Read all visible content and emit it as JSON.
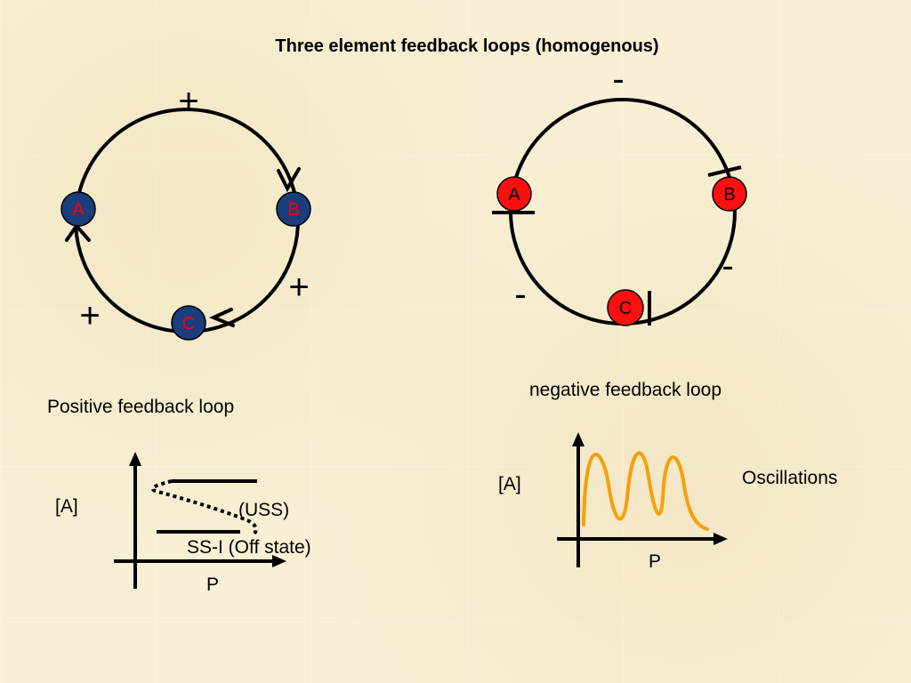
{
  "title": "Three element feedback loops (homogenous)",
  "positive_loop": {
    "caption": "Positive feedback loop",
    "node_color": "#1a3d7c",
    "node_text_color": "#ff0000",
    "nodes": {
      "a": "A",
      "b": "B",
      "c": "C"
    },
    "signs": {
      "ab": "+",
      "bc": "+",
      "ca": "+"
    }
  },
  "negative_loop": {
    "caption": "negative feedback loop",
    "node_color": "#ff1010",
    "node_text_color": "#000000",
    "nodes": {
      "a": "A",
      "b": "B",
      "c": "C"
    },
    "signs": {
      "ab": "-",
      "bc": "-",
      "ca": "-"
    }
  },
  "bistable_plot": {
    "ylabel": "[A]",
    "xlabel": "P",
    "unstable_label": "(USS)",
    "off_state_label": "SS-I (Off state)"
  },
  "oscillation_plot": {
    "ylabel": "[A]",
    "xlabel": "P",
    "label": "Oscillations",
    "curve_color": "#f5a00a"
  }
}
